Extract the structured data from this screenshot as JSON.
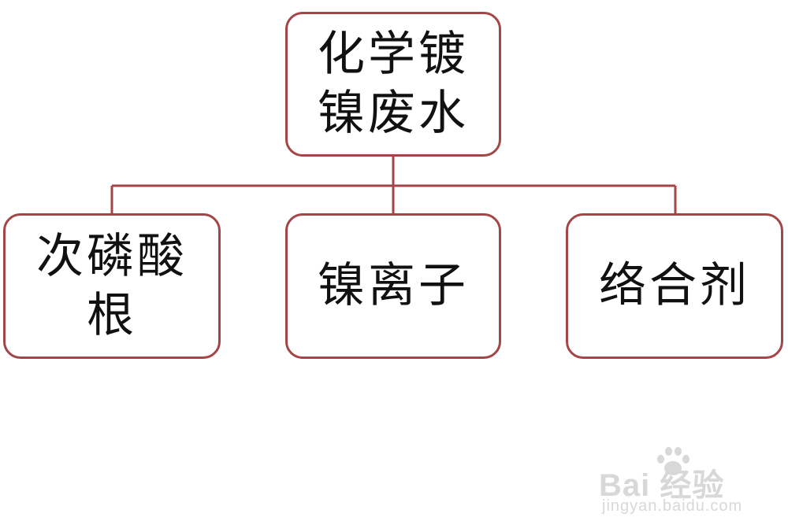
{
  "diagram": {
    "root": {
      "line1": "化学镀",
      "line2": "镍废水"
    },
    "children": [
      {
        "line1": "次磷酸",
        "line2": "根"
      },
      {
        "line1": "镍离子",
        "line2": ""
      },
      {
        "line1": "络合剂",
        "line2": ""
      }
    ],
    "colors": {
      "border": "#a34647",
      "text": "#111111",
      "background": "#ffffff"
    }
  },
  "watermark": {
    "brand": "Bai  经验",
    "url": "jingyan.baidu.com",
    "icon": "paw-icon"
  }
}
